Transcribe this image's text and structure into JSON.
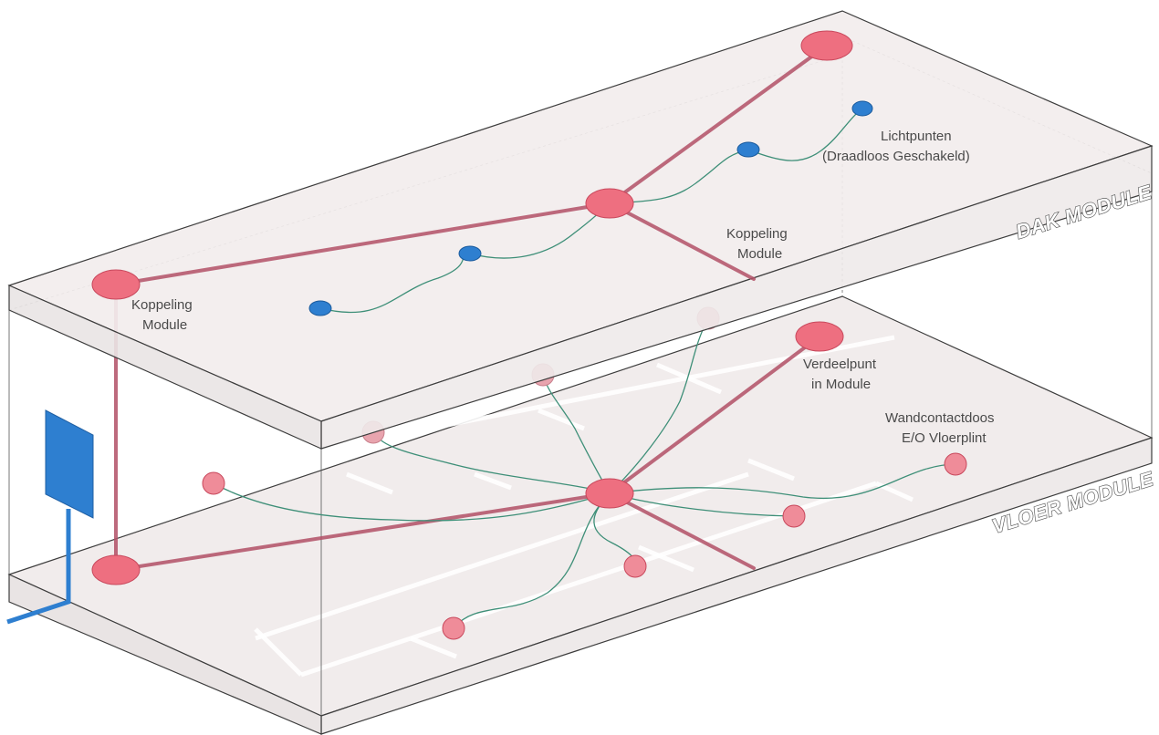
{
  "modules": {
    "roof": "DAK MODULE",
    "floor": "VLOER MODULE"
  },
  "labels": {
    "lights_line1": "Lichtpunten",
    "lights_line2": "(Draadloos Geschakeld)",
    "coupling_right_line1": "Koppeling",
    "coupling_right_line2": "Module",
    "coupling_left_line1": "Koppeling",
    "coupling_left_line2": "Module",
    "distribution_line1": "Verdeelpunt",
    "distribution_line2": "in Module",
    "socket_line1": "Wandcontactdoos",
    "socket_line2": "E/O Vloerplint"
  },
  "colors": {
    "trunk_cable": "#b25066",
    "wire": "#3e8f78",
    "coupling_node": "#ee6f80",
    "light_point": "#2e7fd0",
    "utility_box": "#2e7fd0"
  }
}
